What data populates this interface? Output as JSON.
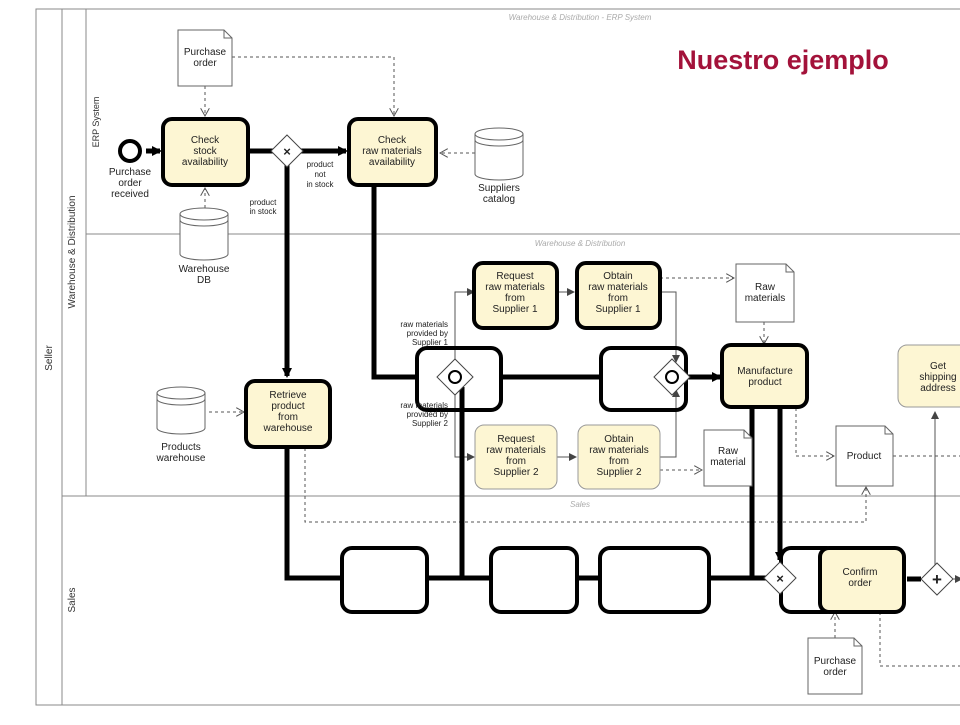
{
  "title": "Nuestro ejemplo",
  "pools": {
    "seller": "Seller",
    "warehouse_distribution": "Warehouse & Distribution",
    "sales": "Sales",
    "erp_system": "ERP System",
    "erp_header": "Warehouse & Distribution -  ERP System",
    "wd_header": "Warehouse & Distribution",
    "sales_header": "Sales"
  },
  "tasks": {
    "check_stock": [
      "Check",
      "stock",
      "availability"
    ],
    "check_raw": [
      "Check",
      "raw materials",
      "availability"
    ],
    "retrieve_product": [
      "Retrieve",
      "product",
      "from",
      "warehouse"
    ],
    "request_s1": [
      "Request",
      "raw materials",
      "from",
      "Supplier 1"
    ],
    "obtain_s1": [
      "Obtain",
      "raw materials",
      "from",
      "Supplier 1"
    ],
    "request_s2": [
      "Request",
      "raw materials",
      "from",
      "Supplier 2"
    ],
    "obtain_s2": [
      "Obtain",
      "raw materials",
      "from",
      "Supplier 2"
    ],
    "manufacture": [
      "Manufacture",
      "product"
    ],
    "get_shipping": [
      "Get",
      "shipping",
      "address"
    ],
    "confirm_order": [
      "Confirm",
      "order"
    ]
  },
  "artifacts": {
    "purchase_order_top": [
      "Purchase",
      "order"
    ],
    "suppliers_catalog": [
      "Suppliers",
      "catalog"
    ],
    "warehouse_db": [
      "Warehouse",
      "DB"
    ],
    "products_warehouse": [
      "Products",
      "warehouse"
    ],
    "raw_materials_top": [
      "Raw",
      "materials"
    ],
    "raw_materials_bottom": [
      "Raw",
      "material"
    ],
    "product": [
      "Product"
    ],
    "purchase_order_bottom": [
      "Purchase",
      "order"
    ]
  },
  "events": {
    "start": [
      "Purchase",
      "order",
      "received"
    ]
  },
  "flow_labels": {
    "product_not_in_stock": [
      "product",
      "not",
      "in stock"
    ],
    "product_in_stock": [
      "product",
      "in stock"
    ],
    "provided_s1": [
      "raw materials",
      "provided by",
      "Supplier 1"
    ],
    "provided_s2": [
      "raw materials",
      "provided by",
      "Supplier 2"
    ]
  },
  "colors": {
    "task_fill": "#fdf6d3",
    "highlight": "#000000",
    "title": "#a3123a",
    "lane_line": "#888888"
  }
}
